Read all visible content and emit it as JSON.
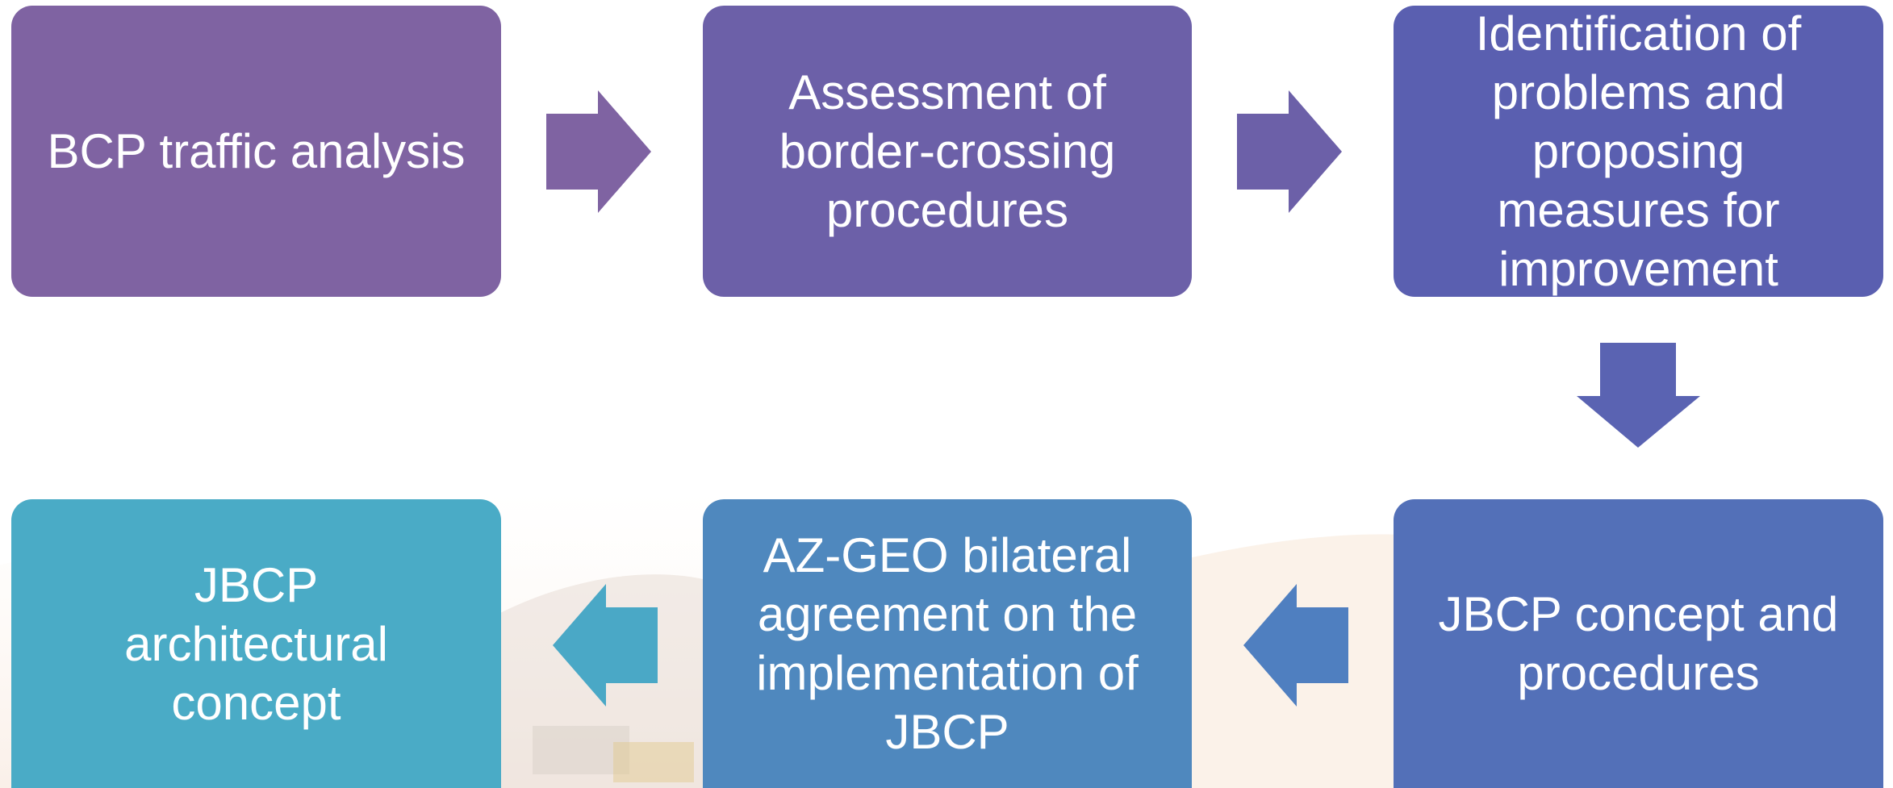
{
  "colors": {
    "step1": "#7f63a2",
    "step2": "#6c60a8",
    "step3": "#5a5fb0",
    "step4": "#5370b8",
    "step5": "#4f88be",
    "step6": "#4aabc6",
    "arrow1": "#7f63a2",
    "arrow2": "#6c60a8",
    "arrow3": "#5a63b2",
    "arrow4": "#4f7fc0",
    "arrow5": "#4aa8c6"
  },
  "steps": [
    {
      "label": "BCP traffic analysis"
    },
    {
      "label": "Assessment of border-crossing procedures"
    },
    {
      "label": "Identification of problems and proposing measures for improvement"
    },
    {
      "label": "JBCP concept and procedures"
    },
    {
      "label": "AZ-GEO bilateral agreement on the implementation of JBCP"
    },
    {
      "label": "JBCP architectural concept"
    }
  ],
  "arrows": [
    {
      "icon": "arrow-right-icon"
    },
    {
      "icon": "arrow-right-icon"
    },
    {
      "icon": "arrow-down-icon"
    },
    {
      "icon": "arrow-left-icon"
    },
    {
      "icon": "arrow-left-icon"
    }
  ]
}
